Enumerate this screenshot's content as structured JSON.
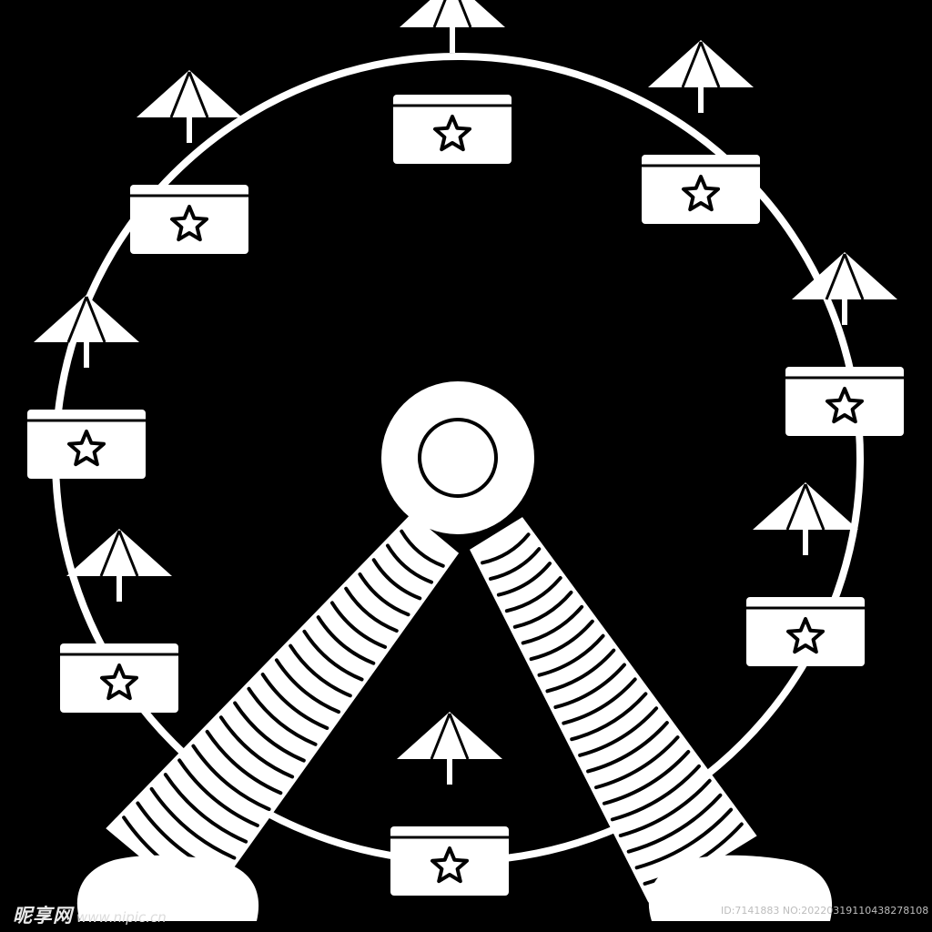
{
  "illustration": {
    "subject": "ferris-wheel",
    "colors": {
      "background": "#000000",
      "foreground": "#ffffff"
    },
    "cabin_icon": "star-icon",
    "cabin_count": 8
  },
  "watermark": {
    "brand": "昵享网",
    "url": "www.nipic.cn",
    "id_text": "ID:7141883 NO:20220319110438278108"
  }
}
